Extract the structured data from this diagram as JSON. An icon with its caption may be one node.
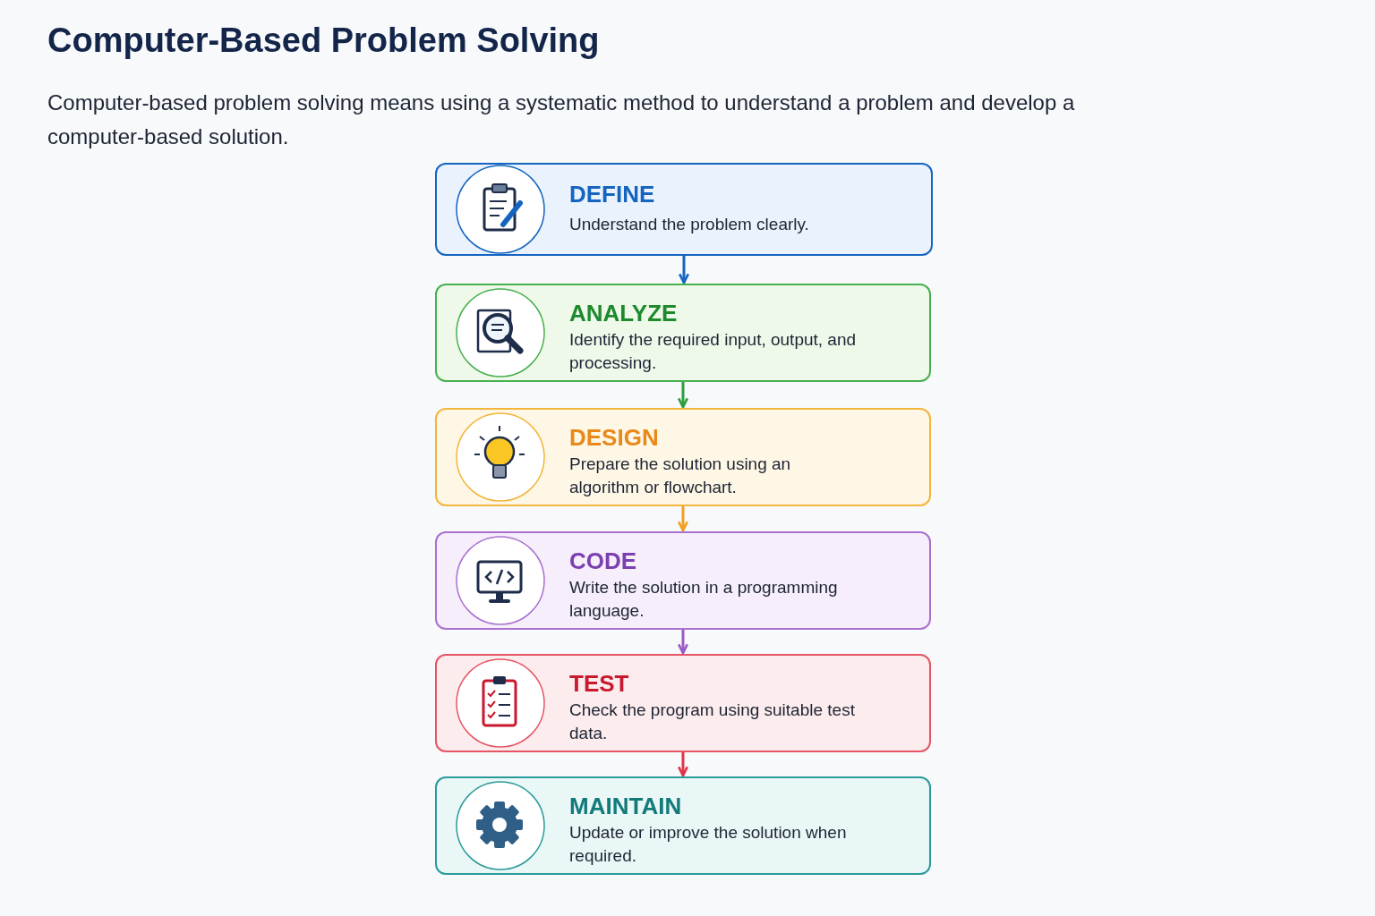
{
  "diagram": {
    "title": "Computer-Based Problem Solving",
    "nodes": [
      {
        "text": [
          "DEFINE",
          "Understand the problem clearly."
        ]
      },
      {
        "text": [
          "ANALYZE",
          "Identify the required input, output, and processing."
        ]
      },
      {
        "text": [
          "DESIGN",
          "Prepare the solution using an algorithm or flowchart."
        ]
      },
      {
        "text": [
          "CODE",
          "Write the solution in a programming language."
        ]
      },
      {
        "text": [
          "TEST",
          "Check the program using suitable test data."
        ]
      },
      {
        "text": [
          "MAINTAIN",
          "Update or improve the solution when required."
        ]
      }
    ],
    "edges": [
      {
        "from": 0,
        "to": 1,
        "arrow": "to",
        "color": "#1565c0"
      },
      {
        "from": 1,
        "to": 2,
        "arrow": "to",
        "color": "#2e9e3e"
      },
      {
        "from": 2,
        "to": 3,
        "arrow": "to",
        "color": "#f0a020"
      },
      {
        "from": 3,
        "to": 4,
        "arrow": "to",
        "color": "#9b59c6"
      },
      {
        "from": 4,
        "to": 5,
        "arrow": "to",
        "color": "#e0344a"
      }
    ],
    "labels": [
      "Computer-based problem solving means using a systematic method to understand a problem and develop a computer-based solution."
    ]
  }
}
